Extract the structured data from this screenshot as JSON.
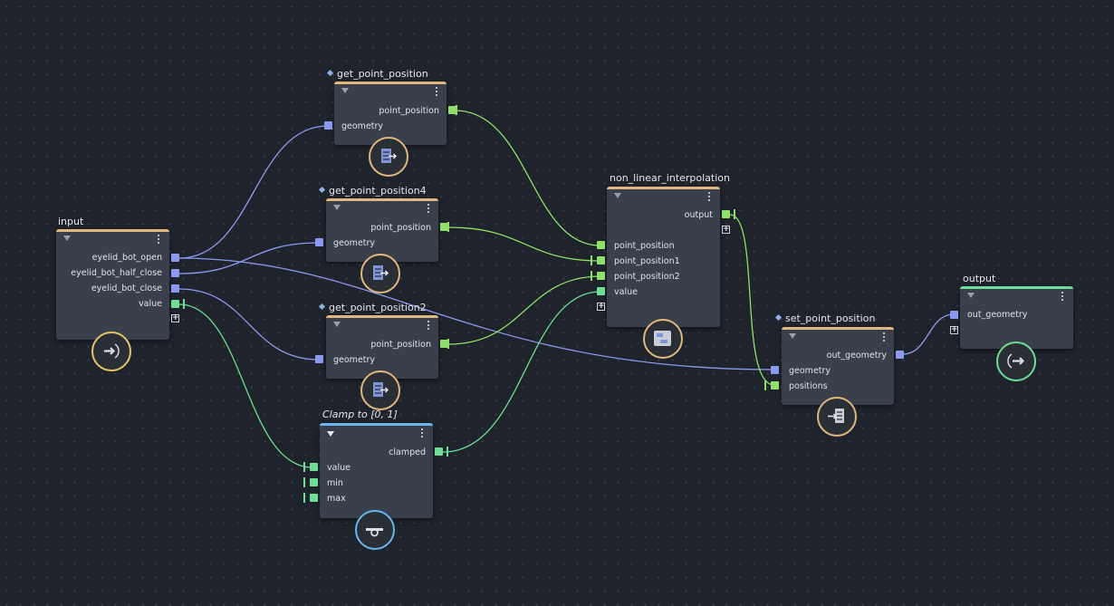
{
  "nodes": {
    "input": {
      "title": "input",
      "ports": [
        "eyelid_bot_open",
        "eyelid_bot_half_close",
        "eyelid_bot_close",
        "value"
      ]
    },
    "get_point_position": {
      "title": "get_point_position",
      "out": "point_position",
      "in": "geometry"
    },
    "get_point_position4": {
      "title": "get_point_position4",
      "out": "point_position",
      "in": "geometry"
    },
    "get_point_position2": {
      "title": "get_point_position2",
      "out": "point_position",
      "in": "geometry"
    },
    "clamp": {
      "title": "Clamp to [0, 1]",
      "out": "clamped",
      "ins": [
        "value",
        "min",
        "max"
      ]
    },
    "non_linear_interpolation": {
      "title": "non_linear_interpolation",
      "out": "output",
      "ins": [
        "point_position",
        "point_position1",
        "point_position2",
        "value"
      ]
    },
    "set_point_position": {
      "title": "set_point_position",
      "out": "out_geometry",
      "ins": [
        "geometry",
        "positions"
      ]
    },
    "output": {
      "title": "output",
      "in": "out_geometry"
    }
  },
  "colors": {
    "background": "#1f232b",
    "node_body": "#3a404b",
    "header_compound": "#e0b77f",
    "header_clamp": "#6bb6ee",
    "header_output": "#6ddc96",
    "geometry_port": "#8b9aee",
    "vector_port": "#90df6a",
    "number_port": "#6fdc98"
  },
  "icons": {
    "input": "arrow-in-icon",
    "get_point_position": "compound-icon",
    "clamp": "clamp-icon",
    "non_linear_interpolation": "interpolation-icon",
    "set_point_position": "set-icon",
    "output": "arrow-out-icon"
  }
}
